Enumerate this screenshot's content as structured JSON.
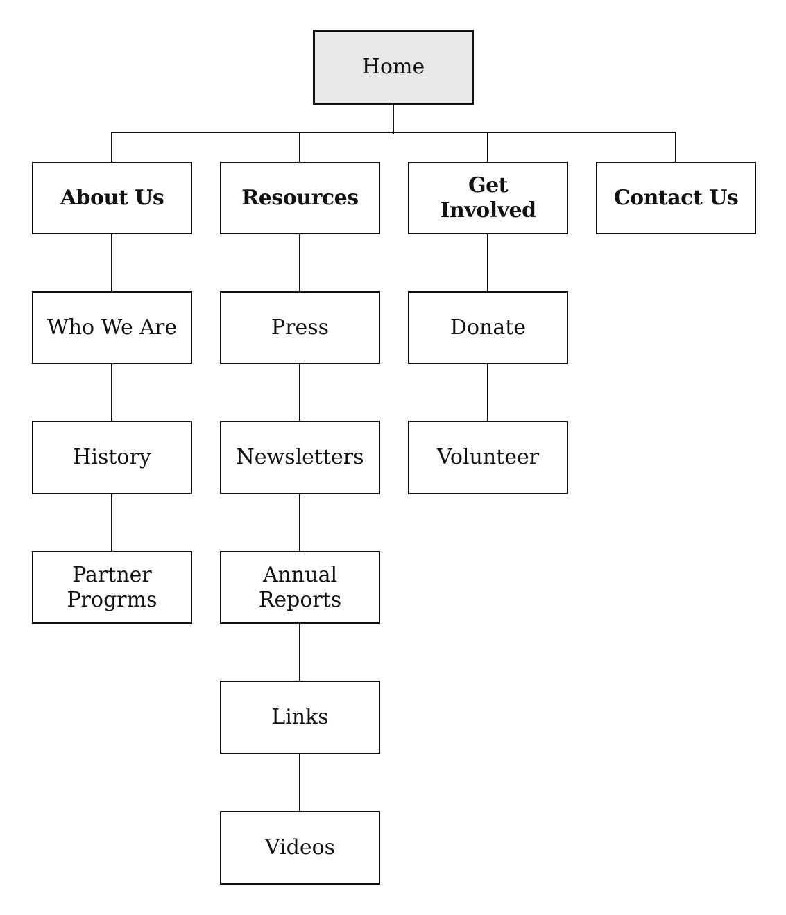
{
  "colors": {
    "line": "#111111",
    "box_border": "#111111",
    "root_fill": "#e8e8e8",
    "box_fill": "#ffffff",
    "text": "#111111"
  },
  "root": {
    "label": "Home"
  },
  "sections": [
    {
      "label": "About Us",
      "children": [
        {
          "label": "Who We Are"
        },
        {
          "label": "History"
        },
        {
          "label": "Partner\nProgrms"
        }
      ]
    },
    {
      "label": "Resources",
      "children": [
        {
          "label": "Press"
        },
        {
          "label": "Newsletters"
        },
        {
          "label": "Annual\nReports"
        },
        {
          "label": "Links"
        },
        {
          "label": "Videos"
        }
      ]
    },
    {
      "label": "Get\nInvolved",
      "children": [
        {
          "label": "Donate"
        },
        {
          "label": "Volunteer"
        }
      ]
    },
    {
      "label": "Contact Us",
      "children": []
    }
  ]
}
